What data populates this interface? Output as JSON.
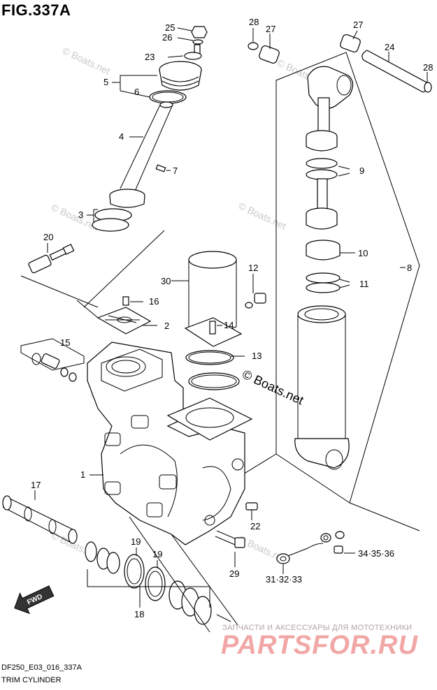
{
  "figure": {
    "title": "FIG.337A",
    "code": "DF250_E03_016_337A",
    "name": "TRIM CYLINDER"
  },
  "callouts": [
    "25",
    "26",
    "23",
    "5",
    "6",
    "4",
    "7",
    "3",
    "20",
    "16",
    "2",
    "15",
    "1",
    "17",
    "19",
    "19",
    "18",
    "30",
    "14",
    "13",
    "12",
    "22",
    "29",
    "28",
    "27",
    "27",
    "24",
    "28",
    "9",
    "10",
    "11",
    "8",
    "31·32·33",
    "34·35·36"
  ],
  "watermarks": {
    "small": "© Boats.net",
    "large": "© Boats.net"
  },
  "logo": {
    "subtitle": "ЗАПЧАСТИ И АКСЕССУАРЫ ДЛЯ МОТОТЕХНИКИ",
    "brand": "PARTSFOR.RU"
  },
  "fwd_arrow": {
    "label": "FWD"
  }
}
